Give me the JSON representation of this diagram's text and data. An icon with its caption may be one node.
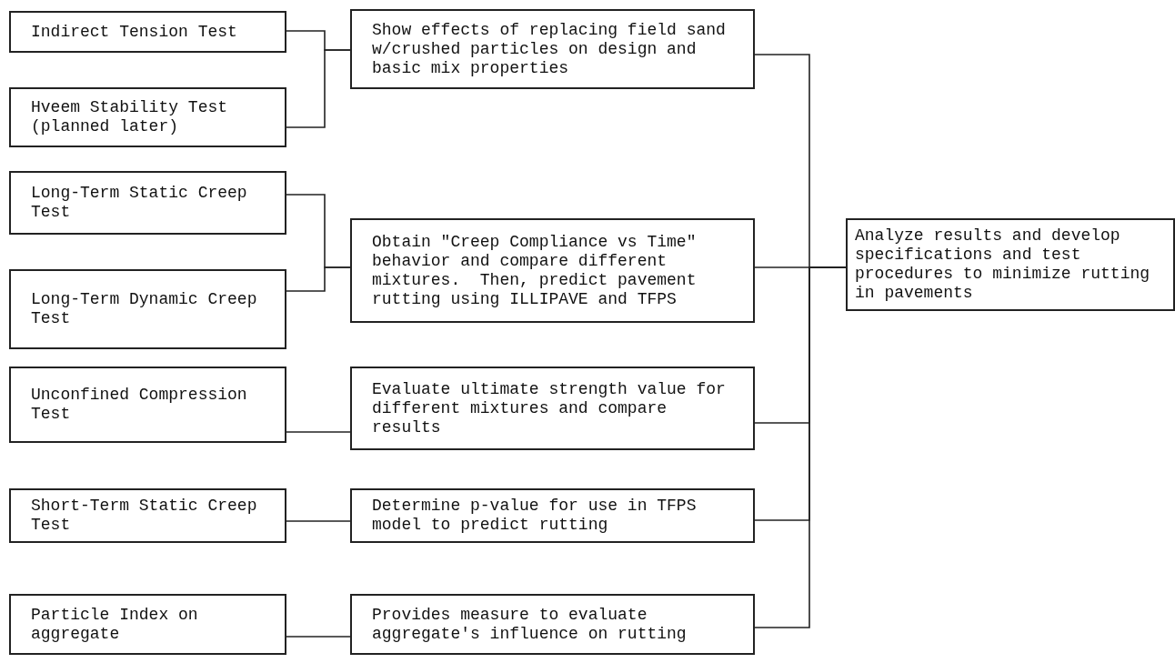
{
  "diagram": {
    "nodes": [
      {
        "text": [
          "Indirect Tension Test"
        ]
      },
      {
        "text": [
          "Hveem Stability Test (planned later)"
        ]
      },
      {
        "text": [
          "Long-Term Static Creep Test"
        ]
      },
      {
        "text": [
          "Long-Term Dynamic Creep Test"
        ]
      },
      {
        "text": [
          "Unconfined Compression Test"
        ]
      },
      {
        "text": [
          "Short-Term Static Creep Test"
        ]
      },
      {
        "text": [
          "Particle Index on aggregate"
        ]
      },
      {
        "text": [
          "Show effects of replacing field sand w/crushed particles on design and basic mix properties"
        ]
      },
      {
        "text": [
          "Obtain \"Creep Compliance vs Time\" behavior and compare different mixtures.  Then, predict pavement rutting using ILLIPAVE and TFPS"
        ]
      },
      {
        "text": [
          "Evaluate ultimate strength value for different mixtures and compare results"
        ]
      },
      {
        "text": [
          "Determine p-value for use in TFPS model to predict rutting"
        ]
      },
      {
        "text": [
          "Provides measure to evaluate aggregate's influence on rutting"
        ]
      },
      {
        "text": [
          "Analyze results and develop specifications and test procedures to minimize rutting in pavements"
        ]
      }
    ],
    "edges": [
      {
        "from": 0,
        "to": 7,
        "arrow": "none"
      },
      {
        "from": 1,
        "to": 7,
        "arrow": "none"
      },
      {
        "from": 2,
        "to": 8,
        "arrow": "none"
      },
      {
        "from": 3,
        "to": 8,
        "arrow": "none"
      },
      {
        "from": 4,
        "to": 9,
        "arrow": "none"
      },
      {
        "from": 5,
        "to": 10,
        "arrow": "none"
      },
      {
        "from": 6,
        "to": 11,
        "arrow": "none"
      },
      {
        "from": 7,
        "to": 12,
        "arrow": "none"
      },
      {
        "from": 8,
        "to": 12,
        "arrow": "none"
      },
      {
        "from": 9,
        "to": 12,
        "arrow": "none"
      },
      {
        "from": 10,
        "to": 12,
        "arrow": "none"
      },
      {
        "from": 11,
        "to": 12,
        "arrow": "none"
      }
    ]
  }
}
